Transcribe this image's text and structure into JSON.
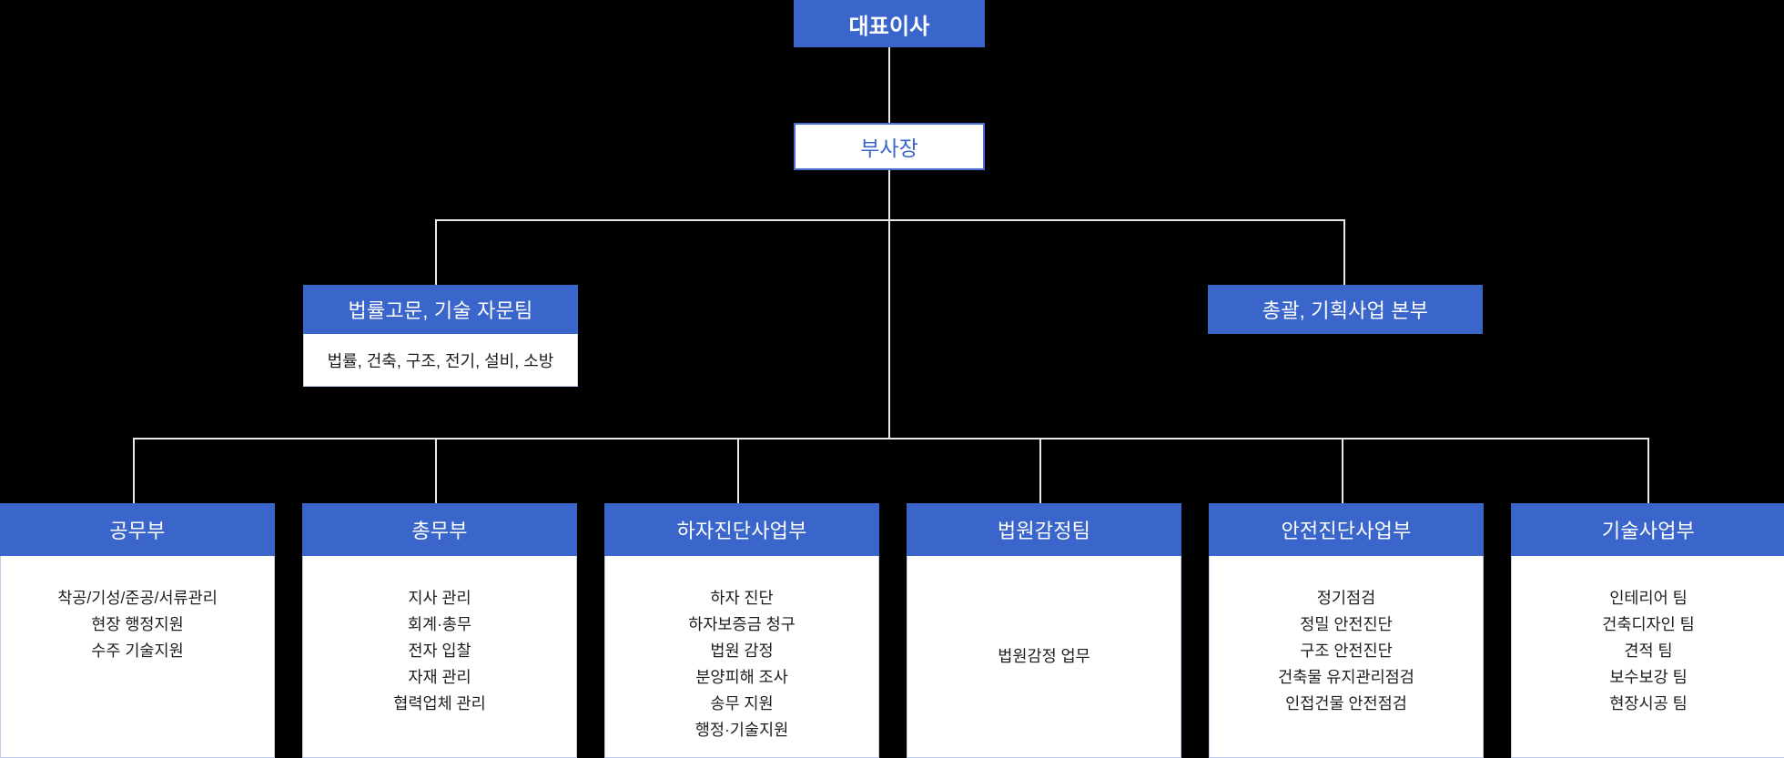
{
  "chart_data": {
    "type": "diagram",
    "title": "조직도",
    "colors": {
      "accent": "#3a66cc",
      "background": "#000000",
      "box_fill": "#ffffff",
      "line": "#e8e8e8",
      "head_text": "#ffffff",
      "body_text": "#1d1d1d",
      "vp_text": "#3a66cc"
    },
    "levels": [
      {
        "level": 1,
        "nodes": [
          "대표이사"
        ]
      },
      {
        "level": 2,
        "nodes": [
          "부사장"
        ]
      },
      {
        "level": 3,
        "nodes": [
          "법률고문, 기술 자문팀",
          "총괄, 기획사업 본부"
        ]
      },
      {
        "level": 4,
        "nodes": [
          "공무부",
          "총무부",
          "하자진단사업부",
          "법원감정팀",
          "안전진단사업부",
          "기술사업부"
        ]
      }
    ]
  },
  "ceo": {
    "title": "대표이사"
  },
  "vice_president": {
    "title": "부사장"
  },
  "advisory": {
    "title": "법률고문, 기술 자문팀",
    "detail": "법률, 건축, 구조, 전기, 설비, 소방"
  },
  "headquarters": {
    "title": "총괄, 기획사업 본부"
  },
  "departments": [
    {
      "title": "공무부",
      "items": [
        "착공/기성/준공/서류관리",
        "현장 행정지원",
        "수주 기술지원"
      ],
      "centered": false
    },
    {
      "title": "총무부",
      "items": [
        "지사 관리",
        "회계·총무",
        "전자 입찰",
        "자재 관리",
        "협력업체 관리"
      ],
      "centered": false
    },
    {
      "title": "하자진단사업부",
      "items": [
        "하자 진단",
        "하자보증금 청구",
        "법원 감정",
        "분양피해 조사",
        "송무 지원",
        "행정·기술지원"
      ],
      "centered": false
    },
    {
      "title": "법원감정팀",
      "items": [
        "법원감정 업무"
      ],
      "centered": true
    },
    {
      "title": "안전진단사업부",
      "items": [
        "정기점검",
        "정밀 안전진단",
        "구조 안전진단",
        "건축물 유지관리점검",
        "인접건물 안전점검"
      ],
      "centered": false
    },
    {
      "title": "기술사업부",
      "items": [
        "인테리어 팀",
        "건축디자인 팀",
        "견적 팀",
        "보수보강 팀",
        "현장시공 팀"
      ],
      "centered": false
    }
  ]
}
